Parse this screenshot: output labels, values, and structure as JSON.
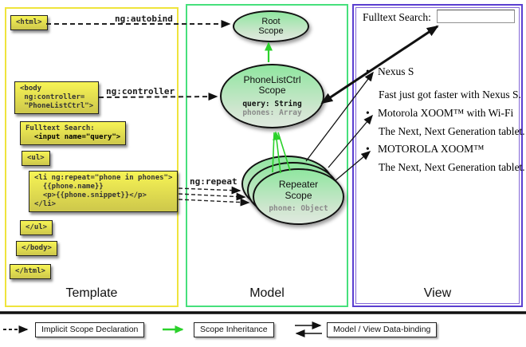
{
  "columns": {
    "template": "Template",
    "model": "Model",
    "view": "View"
  },
  "template_panel": {
    "autobind_label": "ng:autobind",
    "controller_label": "ng:controller",
    "repeat_label": "ng:repeat",
    "html_open": "<html>",
    "body_open": "<body\n ng:controller=\n \"PhoneListCtrl\">",
    "fulltext_line1": "Fulltext Search:",
    "fulltext_line2": "  <input name=\"query\">",
    "ul_open": "<ul>",
    "li_block": "<li ng:repeat=\"phone in phones\">\n  {{phone.name}}\n  <p>{{phone.snippet}}</p>\n</li>",
    "ul_close": "</ul>",
    "body_close": "</body>",
    "html_close": "</html>"
  },
  "model_panel": {
    "root_scope_line1": "Root",
    "root_scope_line2": "Scope",
    "ctrl_scope_line1": "PhoneListCtrl",
    "ctrl_scope_line2": "Scope",
    "ctrl_prop_query": "query: String",
    "ctrl_prop_phones": "phones: Array",
    "repeater_line1": "Repeater",
    "repeater_line2": "Scope",
    "repeater_prop": "phone: Object"
  },
  "view_panel": {
    "search_label": "Fulltext Search:",
    "search_value": "",
    "bullet_glyph": "•",
    "items": [
      {
        "title": "Nexus S",
        "desc": "Fast just got faster with Nexus S."
      },
      {
        "title": "Motorola XOOM™ with Wi-Fi",
        "desc": "The Next, Next Generation tablet."
      },
      {
        "title": "MOTOROLA XOOM™",
        "desc": "The Next, Next Generation tablet."
      }
    ]
  },
  "legend": {
    "implicit": "Implicit Scope Declaration",
    "inheritance": "Scope Inheritance",
    "databinding": "Model / View Data-binding"
  },
  "colors": {
    "template_border": "#efe43c",
    "model_border": "#46e07c",
    "view_border": "#5b3fd0",
    "scope_fill_top": "#90e6a0",
    "scope_fill_bottom": "#dfe9df",
    "code_box_top": "#f7f455",
    "code_box_bottom": "#cdc74b",
    "inheritance_green": "#2bd12b",
    "arrow_black": "#111111"
  }
}
